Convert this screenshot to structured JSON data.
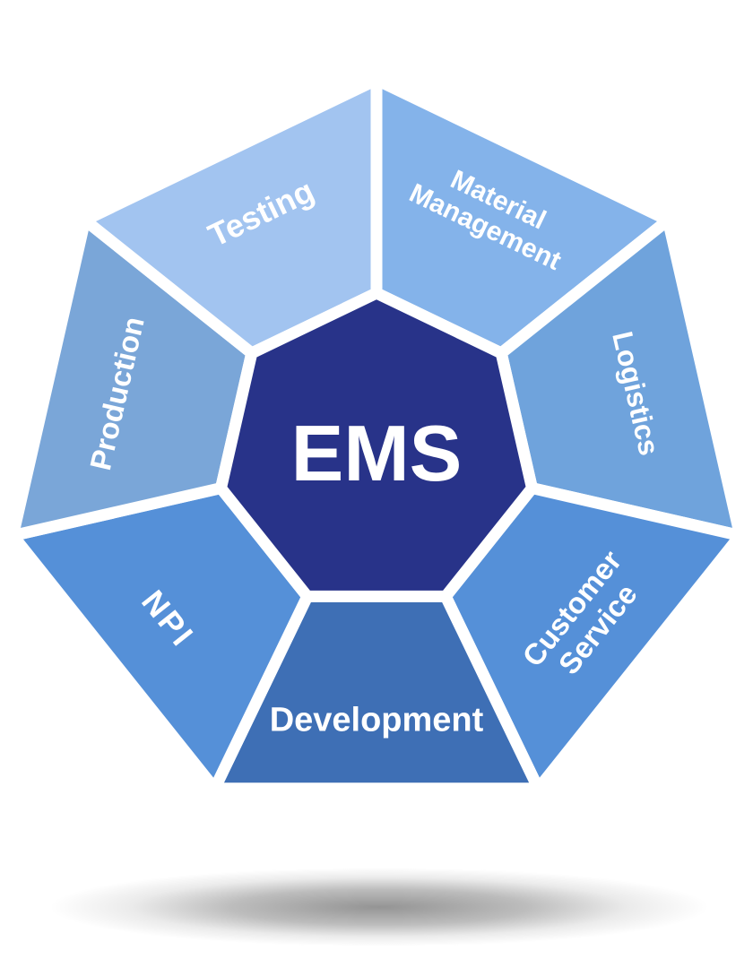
{
  "diagram": {
    "center": {
      "label": "EMS",
      "color": "#283389",
      "text_color": "#ffffff"
    },
    "segments": [
      {
        "id": "material-management",
        "label": "Material\nManagement",
        "color": "#84b3ea"
      },
      {
        "id": "logistics",
        "label": "Logistics",
        "color": "#6fa3dc"
      },
      {
        "id": "customer-service",
        "label": "Customer\nService",
        "color": "#5590d8"
      },
      {
        "id": "development",
        "label": "Development",
        "color": "#3e6fb5"
      },
      {
        "id": "npi",
        "label": "NPI",
        "color": "#5590d8"
      },
      {
        "id": "production",
        "label": "Production",
        "color": "#7aa6d8"
      },
      {
        "id": "testing",
        "label": "Testing",
        "color": "#a2c4f0"
      }
    ],
    "label_text_color": "#ffffff",
    "background_color": "#ffffff",
    "divider_color": "#ffffff",
    "shadow_color": "#000000"
  }
}
